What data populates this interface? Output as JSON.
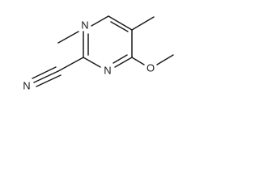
{
  "molecule": {
    "atoms": {
      "n_top": "N",
      "n_bottom": "N",
      "o": "O",
      "n_nitrile": "N"
    }
  }
}
